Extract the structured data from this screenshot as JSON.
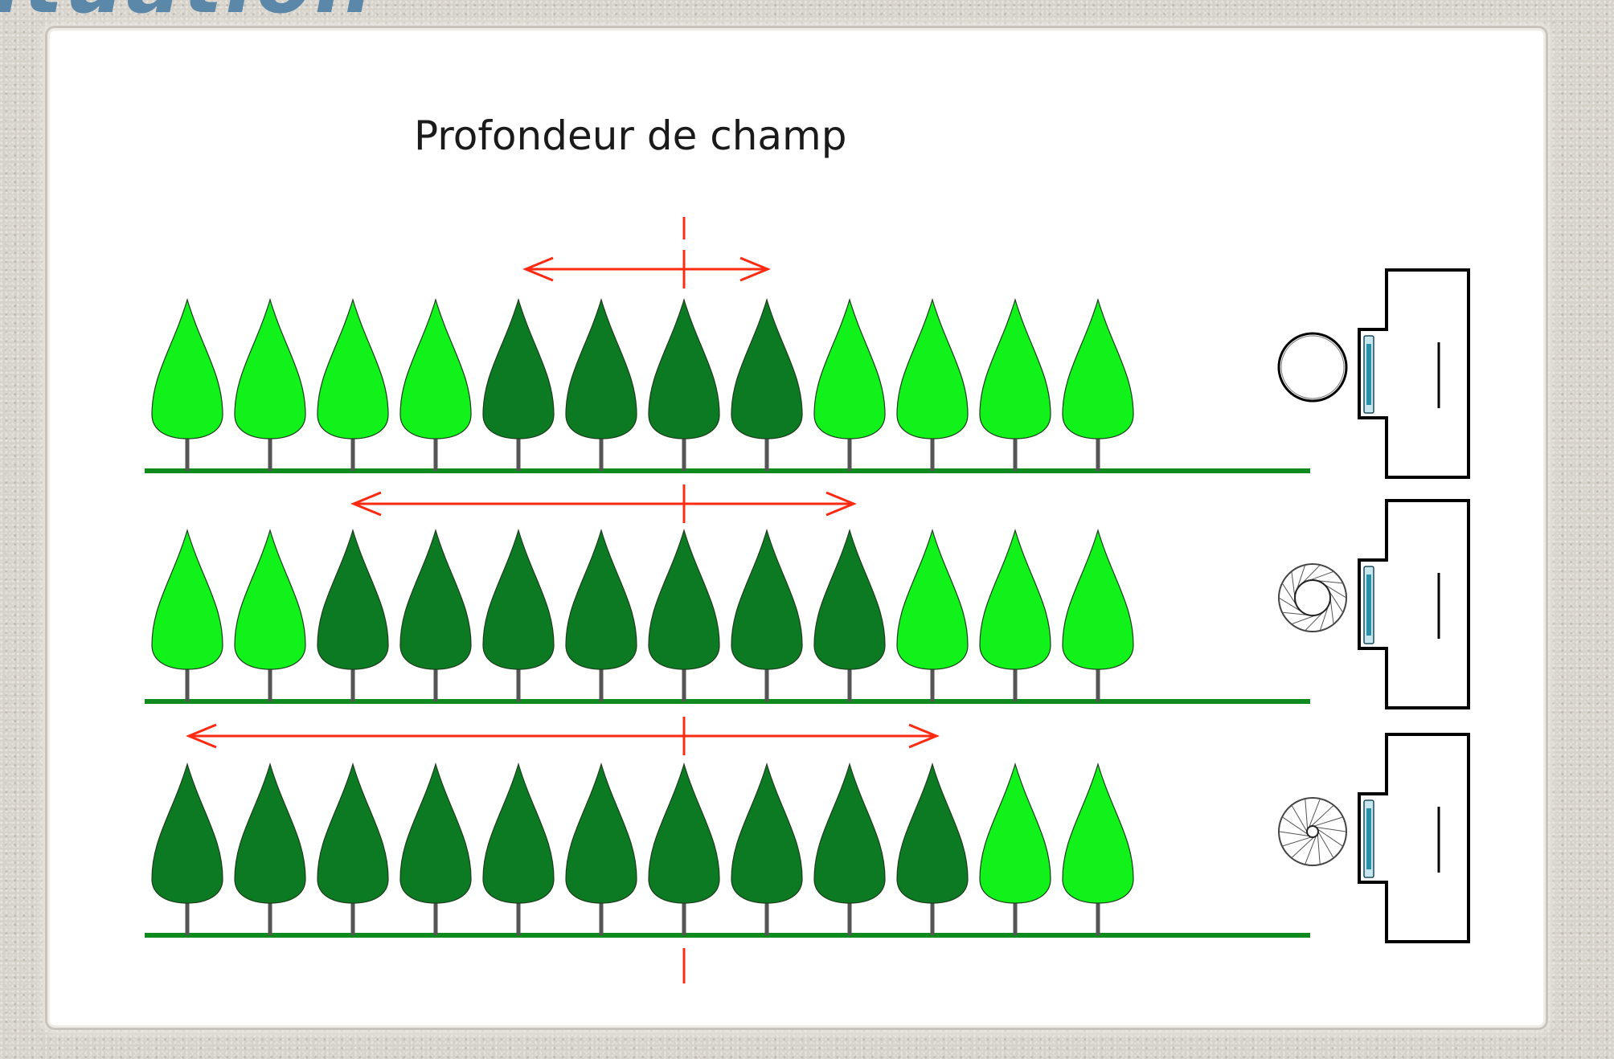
{
  "heading": {
    "text": "ituation"
  },
  "title": "Profondeur de champ",
  "colors": {
    "heading": "#5b87a8",
    "tree_sharp": "#0c7a23",
    "tree_blurred": "#11f21a",
    "trunk": "#555555",
    "ground": "#0e8a1e",
    "arrow": "#ff2a12",
    "lens": "#2a8fa8",
    "outline": "#000000"
  },
  "rows": [
    {
      "name": "grande-ouverture",
      "aperture": "large",
      "sharp": [
        4,
        5,
        6,
        7
      ],
      "arrow_span": [
        -2,
        1
      ]
    },
    {
      "name": "ouverture-moyenne",
      "aperture": "medium",
      "sharp": [
        2,
        3,
        4,
        5,
        6,
        7,
        8
      ],
      "arrow_span": [
        -4,
        2
      ]
    },
    {
      "name": "petite-ouverture",
      "aperture": "small",
      "sharp": [
        0,
        1,
        2,
        3,
        4,
        5,
        6,
        7,
        8,
        9
      ],
      "arrow_span": [
        -6,
        3
      ]
    }
  ],
  "tree_count": 12,
  "focus_tree": 6
}
